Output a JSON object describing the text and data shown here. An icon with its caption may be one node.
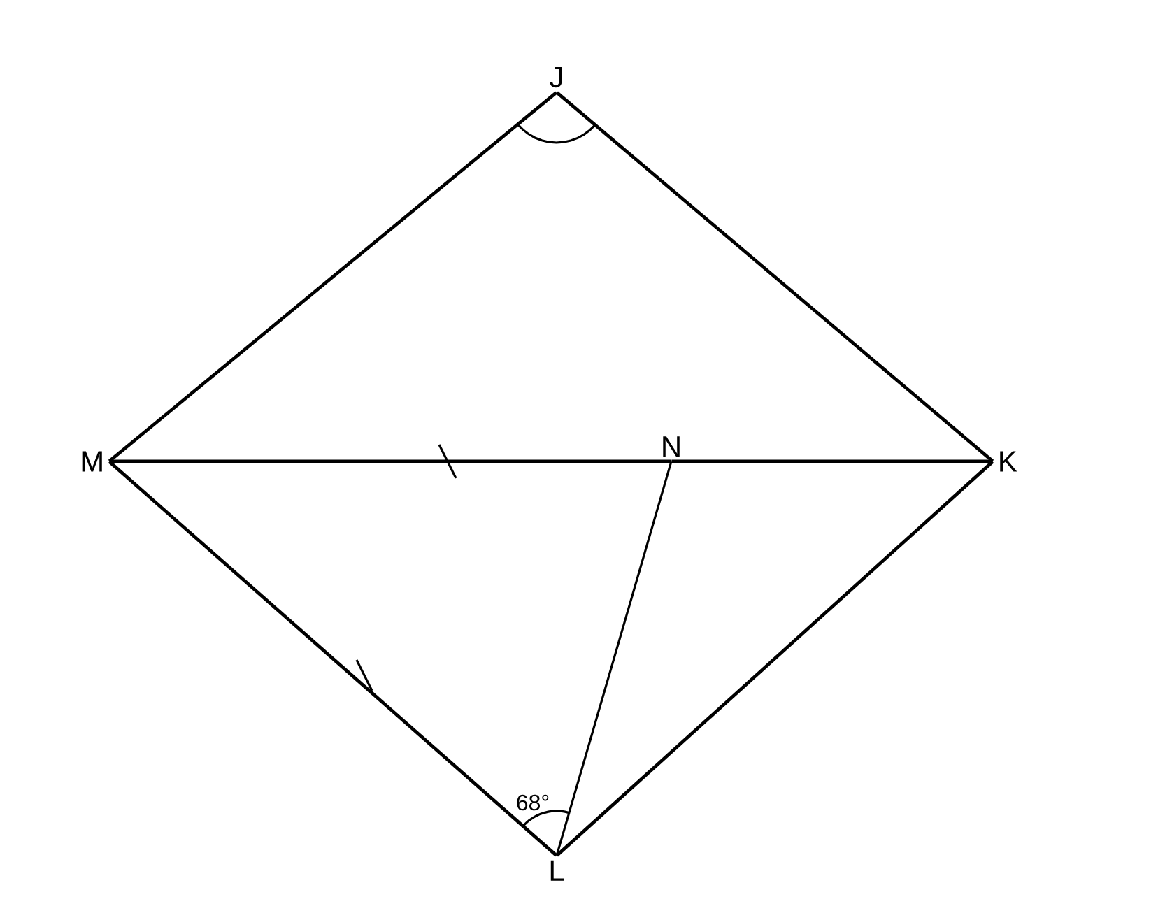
{
  "diagram": {
    "nodes": [
      {
        "text": [
          "J"
        ]
      },
      {
        "text": [
          "M"
        ]
      },
      {
        "text": [
          "N"
        ]
      },
      {
        "text": [
          "K"
        ]
      },
      {
        "text": [
          "L"
        ]
      }
    ],
    "edges": [
      {
        "from": 0,
        "to": 1,
        "arrow": "none"
      },
      {
        "from": 0,
        "to": 3,
        "arrow": "none"
      },
      {
        "from": 1,
        "to": 2,
        "arrow": "none"
      },
      {
        "from": 2,
        "to": 3,
        "arrow": "none"
      },
      {
        "from": 1,
        "to": 4,
        "arrow": "none"
      },
      {
        "from": 4,
        "to": 3,
        "arrow": "none"
      },
      {
        "from": 4,
        "to": 2,
        "arrow": "none"
      }
    ],
    "labels": [
      "68°"
    ]
  }
}
